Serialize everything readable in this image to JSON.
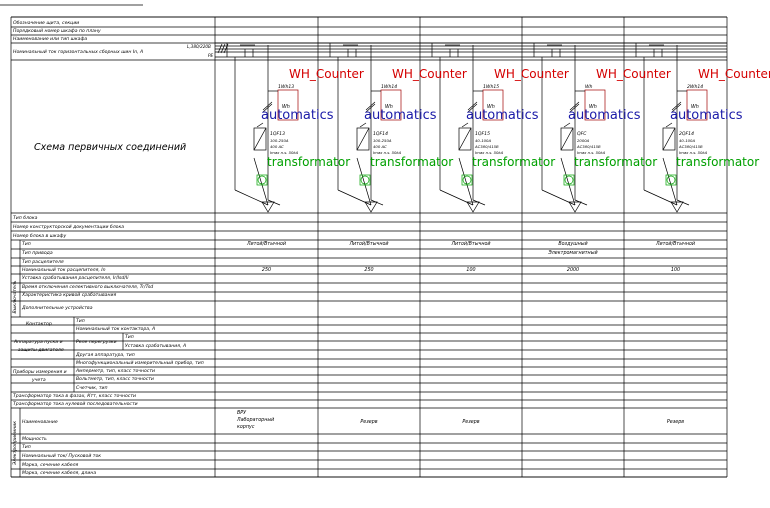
{
  "colors": {
    "line": "#000000",
    "counter": "#d40000",
    "automatics": "#1a1aa8",
    "transformator": "#00a000"
  },
  "rows_top": [
    "Обозначение щита, секции",
    "Порядковый номер шкафа по плану",
    "Наименование или тип шкафа",
    "Номинальный ток горизонтальных сборных шин In, A"
  ],
  "bus_label": "L,380/220В",
  "bus_label2": "PE",
  "scheme_title": "Схема первичных соединений",
  "rows_mid": [
    "Тип блока",
    "Номер конструкторской документации блока",
    "Номер блока в шкафу"
  ],
  "breaker_group": "Выключатель",
  "breaker_rows": [
    "Тип",
    "Тип привода",
    "Тип расцепителя",
    "Номинальный ток расцепителя, In",
    "Уставка срабатывания расцепителя, Ir/Isd/Ii",
    "Время отключения селективного выключателя, Tr/Tsd",
    "Характеристика кривой срабатывания",
    "Дополнительные устройства"
  ],
  "contactor_label": "Контактор",
  "contactor_rows": [
    "Тип",
    "Номинальный ток контактора, А"
  ],
  "motor_label": "Аппаратура пуска и защиты двигателя",
  "relay_label": "Реле перегрузки",
  "relay_rows": [
    "Тип",
    "Уставка срабатывания, А"
  ],
  "other_app": "Другая аппаратура, тип",
  "meters_label": "Приборы измерения и учета",
  "meter_rows": [
    "Многофункциональный измерительный прибор, тип",
    "Амперметр, тип, класс точности",
    "Вольтметр, тип, класс точности",
    "Счетчик, тип"
  ],
  "ct_rows": [
    "Трансформатор тока в фазах, Ктт, класс точности",
    "Трансформатор тока нулевой последовательности"
  ],
  "consumer_group": "Электроприемник",
  "consumer_rows": [
    "Наименование",
    "Мощность",
    "Тип",
    "Номинальный ток/ Пусковой ток",
    "Марка, сечение кабеля",
    "Марка, сечение кабеля, длина"
  ],
  "columns": [
    {
      "meter": "1Wh13",
      "meter_box": "Wh",
      "breaker": "1QF13",
      "specs": [
        "100-250A",
        "400 AC",
        "Imax n.s. 50kA"
      ],
      "type": "Литой/Втычной",
      "drive": "",
      "current": "250",
      "consumer": "",
      "counter_label": "WH_Counter",
      "auto_label": "automatics",
      "trans_label": "transformator"
    },
    {
      "meter": "1Wh14",
      "meter_box": "Wh",
      "breaker": "1QF14",
      "specs": [
        "100-250A",
        "400 AC",
        "Imax n.s. 50kA"
      ],
      "type": "Литой/Втычной",
      "drive": "",
      "current": "250",
      "consumer": "Резерв",
      "counter_label": "WH_Counter",
      "auto_label": "automatics",
      "trans_label": "transformator"
    },
    {
      "meter": "1Wh15",
      "meter_box": "Wh",
      "breaker": "1QF15",
      "specs": [
        "40-100A",
        "AC380/415B",
        "Imax n.s. 50kA"
      ],
      "type": "Литой/Втычной",
      "drive": "",
      "current": "100",
      "consumer": "Резерв",
      "counter_label": "WH_Counter",
      "auto_label": "automatics",
      "trans_label": "transformator"
    },
    {
      "meter": "Wh",
      "meter_box": "Wh",
      "breaker": "QFC",
      "specs": [
        "2000A",
        "AC380/415B",
        "Imax n.s. 50kA"
      ],
      "type": "Воздушный",
      "drive": "Электромагнитный",
      "current": "2000",
      "consumer": "",
      "counter_label": "WH_Counter",
      "auto_label": "automatics",
      "trans_label": "transformator"
    },
    {
      "meter": "2Wh14",
      "meter_box": "Wh",
      "breaker": "2QF14",
      "specs": [
        "40-100A",
        "AC380/415B",
        "Imax n.s. 50kA"
      ],
      "type": "Литой/Втычной",
      "drive": "",
      "current": "100",
      "consumer": "Резерв",
      "counter_label": "WH_Counter",
      "auto_label": "automatics",
      "trans_label": "transformator"
    }
  ],
  "consumer_first": [
    "ВРУ",
    "Лабораторный",
    "корпус"
  ]
}
